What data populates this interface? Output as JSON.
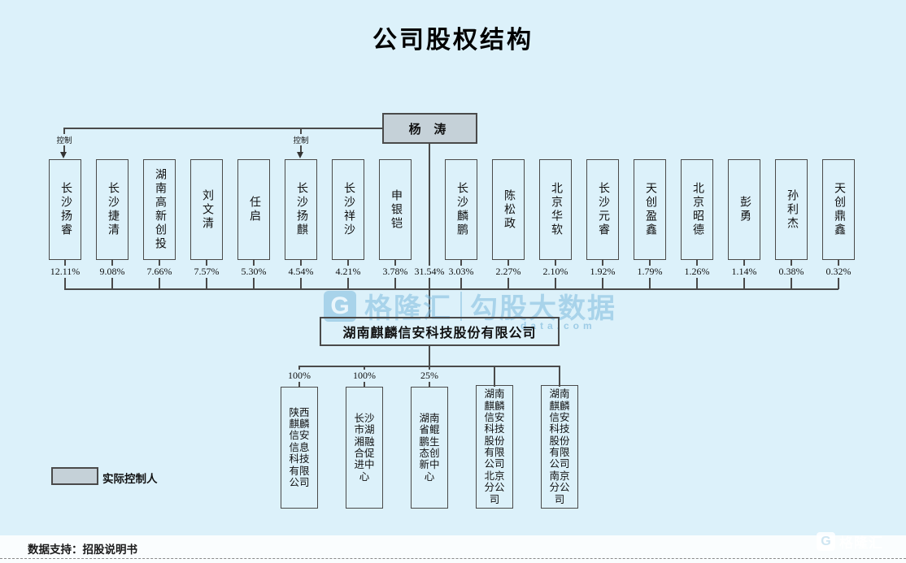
{
  "title": "公司股权结构",
  "controller": {
    "name": "杨 涛",
    "direct_percent": "31.54%",
    "control_label_1": "控制",
    "control_label_2": "控制"
  },
  "company": {
    "name": "湖南麒麟信安科技股份有限公司"
  },
  "shareholders": [
    {
      "name": "长沙扬睿",
      "percent": "12.11%"
    },
    {
      "name": "长沙捷清",
      "percent": "9.08%"
    },
    {
      "name": "湖南高新创投",
      "percent": "7.66%"
    },
    {
      "name": "刘文清",
      "percent": "7.57%"
    },
    {
      "name": "任启",
      "percent": "5.30%"
    },
    {
      "name": "长沙扬麒",
      "percent": "4.54%"
    },
    {
      "name": "长沙祥沙",
      "percent": "4.21%"
    },
    {
      "name": "申银铠",
      "percent": "3.78%"
    },
    {
      "name": "长沙麟鹏",
      "percent": "3.03%"
    },
    {
      "name": "陈松政",
      "percent": "2.27%"
    },
    {
      "name": "北京华软",
      "percent": "2.10%"
    },
    {
      "name": "长沙元睿",
      "percent": "1.92%"
    },
    {
      "name": "天创盈鑫",
      "percent": "1.79%"
    },
    {
      "name": "北京昭德",
      "percent": "1.26%"
    },
    {
      "name": "彭勇",
      "percent": "1.14%"
    },
    {
      "name": "孙利杰",
      "percent": "0.38%"
    },
    {
      "name": "天创鼎鑫",
      "percent": "0.32%"
    }
  ],
  "subsidiaries": [
    {
      "name": "陕西麒麟信安信息科技有限公司",
      "percent": "100%"
    },
    {
      "name": "长沙市湖湘融合促进中心",
      "percent": "100%"
    },
    {
      "name": "湖南省鲲鹏生态创新中心",
      "percent": "25%"
    },
    {
      "name": "湖南麒麟信安科技股份有限公司北京分公司",
      "percent": ""
    },
    {
      "name": "湖南麒麟信安科技股份有限公司南京分公司",
      "percent": ""
    }
  ],
  "legend": {
    "label": "实际控制人"
  },
  "watermark": {
    "logo_letter": "G",
    "brand": "格隆汇",
    "product": "勾股大数据",
    "domain": "data.com"
  },
  "footer": {
    "support": "数据支持：招股说明书",
    "logo_letter": "G",
    "logo_name": "格隆汇"
  }
}
